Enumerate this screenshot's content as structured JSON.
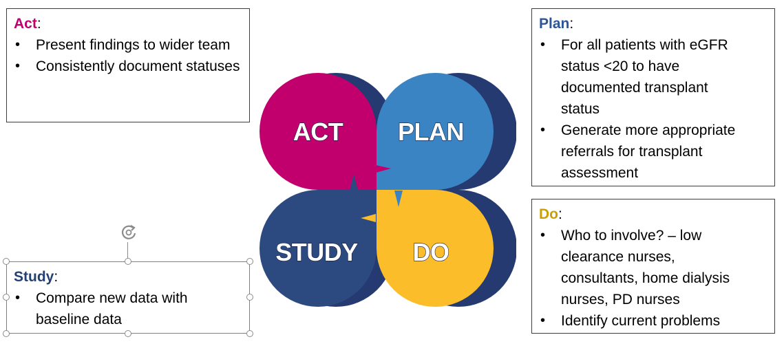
{
  "act": {
    "keyword": "Act",
    "suffix": ":",
    "bullets": [
      "Present findings to wider team",
      "Consistently document statuses"
    ]
  },
  "plan": {
    "keyword": "Plan",
    "suffix": ":",
    "bullets": [
      "For all patients with eGFR status <20 to have documented transplant status",
      "Generate more appropriate referrals for transplant assessment"
    ]
  },
  "do": {
    "keyword": "Do",
    "suffix": ":",
    "bullets": [
      "Who to involve? – low clearance nurses, consultants, home dialysis nurses, PD nurses",
      "Identify current problems"
    ]
  },
  "study": {
    "keyword": "Study",
    "suffix": ":",
    "bullets": [
      "Compare new data with baseline data"
    ]
  },
  "cycle": {
    "act_label": "ACT",
    "plan_label": "PLAN",
    "study_label": "STUDY",
    "do_label": "DO",
    "colors": {
      "act": "#c1006e",
      "plan": "#3b84c4",
      "study": "#2d4a80",
      "do": "#fbbd2a",
      "shadow": "#243a70"
    }
  },
  "icons": {
    "rotate": "rotate-icon"
  }
}
